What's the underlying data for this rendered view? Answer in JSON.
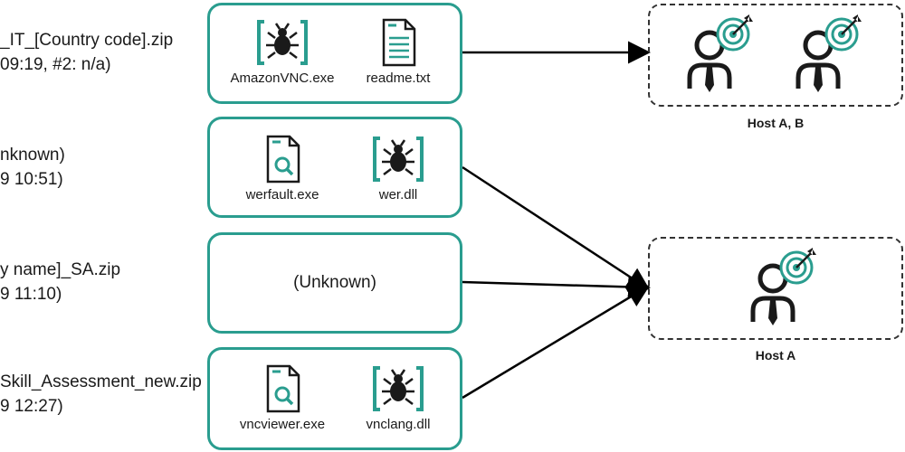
{
  "left_entries": [
    {
      "line1": "_IT_[Country code].zip",
      "line2": "09:19, #2: n/a)"
    },
    {
      "line1": "nknown)",
      "line2": "9 10:51)"
    },
    {
      "line1": "y name]_SA.zip",
      "line2": "9 11:10)"
    },
    {
      "line1": "Skill_Assessment_new.zip",
      "line2": "9 12:27)"
    }
  ],
  "boxes": [
    {
      "files": [
        {
          "name": "AmazonVNC.exe",
          "icon": "malware-bug-icon"
        },
        {
          "name": "readme.txt",
          "icon": "text-document-icon"
        }
      ]
    },
    {
      "files": [
        {
          "name": "werfault.exe",
          "icon": "document-search-icon"
        },
        {
          "name": "wer.dll",
          "icon": "malware-bug-icon"
        }
      ]
    },
    {
      "unknown_label": "(Unknown)"
    },
    {
      "files": [
        {
          "name": "vncviewer.exe",
          "icon": "document-search-icon"
        },
        {
          "name": "vnclang.dll",
          "icon": "malware-bug-icon"
        }
      ]
    }
  ],
  "hosts": [
    {
      "label": "Host A, B",
      "icon": "targeted-user-icon"
    },
    {
      "label": "Host A",
      "icon": "targeted-user-icon"
    }
  ],
  "colors": {
    "accent": "#2a9d8f",
    "line": "#000000",
    "dashed_border": "#333333"
  }
}
